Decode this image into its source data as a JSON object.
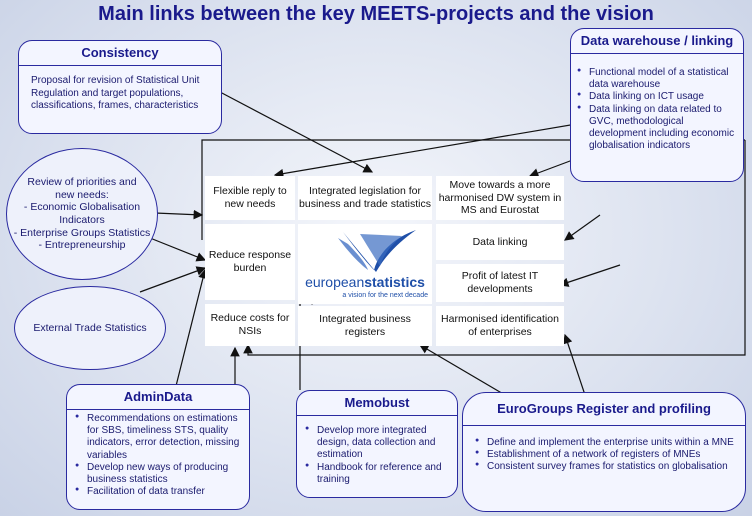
{
  "title": "Main links between the key MEETS-projects and the vision",
  "consistency": {
    "heading": "Consistency",
    "text": "Proposal for revision of Statistical Unit Regulation and target populations, classifications, frames, characteristics"
  },
  "datawarehouse": {
    "heading": "Data warehouse / linking",
    "items": [
      "Functional model of a statistical data warehouse",
      "Data linking on ICT usage",
      "Data linking on data related to GVC, methodological development including economic globalisation indicators"
    ]
  },
  "review": {
    "lines": [
      "Review of priorities and",
      "new needs:",
      "- Economic Globalisation",
      "Indicators",
      "- Enterprise Groups Statistics",
      "- Entrepreneurship"
    ]
  },
  "external": {
    "text": "External Trade Statistics"
  },
  "center": {
    "flexible": "Flexible reply to new needs",
    "integrated_legislation": "Integrated legislation for business and trade statistics",
    "harmonised_dw": "Move towards a more harmonised DW system in MS and Eurostat",
    "reduce_burden": "Reduce response burden",
    "data_linking": "Data linking",
    "profit_it": "Profit of latest IT developments",
    "reduce_costs": "Reduce costs for NSIs",
    "integrated_registers": "Integrated business registers",
    "harmonised_identification": "Harmonised identification of enterprises",
    "logo_main": "european",
    "logo_bold": "statistics",
    "logo_tagline": "a vision for the next decade"
  },
  "admindata": {
    "heading": "AdminData",
    "items": [
      "Recommendations on estimations for SBS, timeliness STS, quality indicators, error detection, missing variables",
      "Develop new ways of producing business statistics",
      "Facilitation of data transfer"
    ]
  },
  "memobust": {
    "heading": "Memobust",
    "items": [
      "Develop more integrated design, data collection and estimation",
      "Handbook for reference and training"
    ]
  },
  "eurogroups": {
    "heading": "EuroGroups Register and profiling",
    "items": [
      "Define and implement the enterprise units within a MNE",
      "Establishment of a network of registers of MNEs",
      "Consistent survey frames for statistics on globalisation"
    ]
  }
}
